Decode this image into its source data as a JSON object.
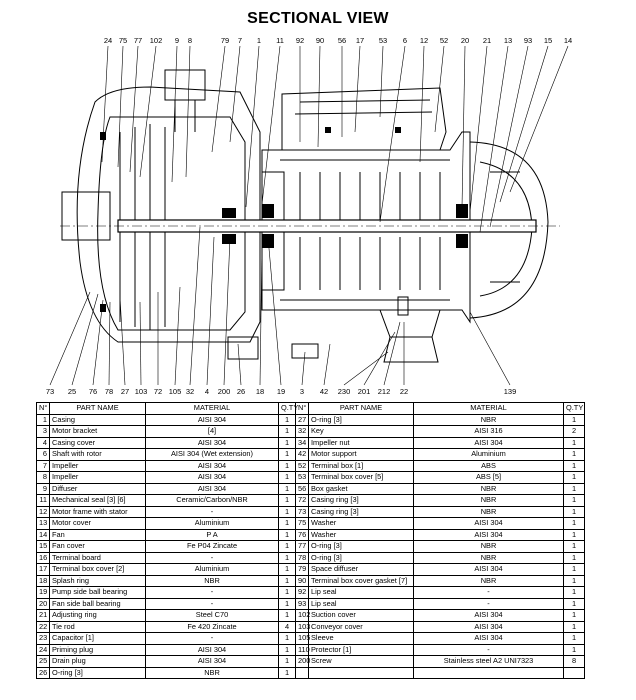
{
  "title": "SECTIONAL VIEW",
  "callouts_top": [
    "24",
    "75",
    "77",
    "102",
    "9",
    "8",
    "79",
    "7",
    "1",
    "11",
    "92",
    "90",
    "56",
    "17",
    "53",
    "6",
    "12",
    "52",
    "20",
    "21",
    "13",
    "93",
    "15",
    "14"
  ],
  "callouts_bottom": [
    "73",
    "25",
    "76",
    "78",
    "27",
    "103",
    "72",
    "105",
    "32",
    "4",
    "200",
    "26",
    "18",
    "19",
    "3",
    "42",
    "230",
    "201",
    "212",
    "22",
    "139"
  ],
  "table": {
    "headers": {
      "no": "N°",
      "name": "PART NAME",
      "material": "MATERIAL",
      "qty": "Q.TY"
    },
    "left": [
      {
        "no": "1",
        "name": "Casing",
        "material": "AISI 304",
        "qty": "1"
      },
      {
        "no": "3",
        "name": "Motor bracket",
        "material": "[4]",
        "qty": "1"
      },
      {
        "no": "4",
        "name": "Casing cover",
        "material": "AISI 304",
        "qty": "1"
      },
      {
        "no": "6",
        "name": "Shaft with rotor",
        "material": "AISI 304 (Wet extension)",
        "qty": "1"
      },
      {
        "no": "7",
        "name": "Impeller",
        "material": "AISI 304",
        "qty": "1"
      },
      {
        "no": "8",
        "name": "Impeller",
        "material": "AISI 304",
        "qty": "1"
      },
      {
        "no": "9",
        "name": "Diffuser",
        "material": "AISI 304",
        "qty": "1"
      },
      {
        "no": "11",
        "name": "Mechanical seal [3] [6]",
        "material": "Ceramic/Carbon/NBR",
        "qty": "1"
      },
      {
        "no": "12",
        "name": "Motor frame with stator",
        "material": "-",
        "qty": "1"
      },
      {
        "no": "13",
        "name": "Motor cover",
        "material": "Aluminium",
        "qty": "1"
      },
      {
        "no": "14",
        "name": "Fan",
        "material": "P A",
        "qty": "1"
      },
      {
        "no": "15",
        "name": "Fan cover",
        "material": "Fe P04 Zincate",
        "qty": "1"
      },
      {
        "no": "16",
        "name": "Terminal board",
        "material": "-",
        "qty": "1"
      },
      {
        "no": "17",
        "name": "Terminal box cover [2]",
        "material": "Aluminium",
        "qty": "1"
      },
      {
        "no": "18",
        "name": "Splash ring",
        "material": "NBR",
        "qty": "1"
      },
      {
        "no": "19",
        "name": "Pump side ball bearing",
        "material": "-",
        "qty": "1"
      },
      {
        "no": "20",
        "name": "Fan side ball bearing",
        "material": "-",
        "qty": "1"
      },
      {
        "no": "21",
        "name": "Adjusting ring",
        "material": "Steel C70",
        "qty": "1"
      },
      {
        "no": "22",
        "name": "Tie rod",
        "material": "Fe 420 Zincate",
        "qty": "4"
      },
      {
        "no": "23",
        "name": "Capacitor [1]",
        "material": "-",
        "qty": "1"
      },
      {
        "no": "24",
        "name": "Priming plug",
        "material": "AISI 304",
        "qty": "1"
      },
      {
        "no": "25",
        "name": "Drain plug",
        "material": "AISI 304",
        "qty": "1"
      },
      {
        "no": "26",
        "name": "O-ring [3]",
        "material": "NBR",
        "qty": "1"
      }
    ],
    "right": [
      {
        "no": "27",
        "name": "O-ring [3]",
        "material": "NBR",
        "qty": "1"
      },
      {
        "no": "32",
        "name": "Key",
        "material": "AISI 316",
        "qty": "2"
      },
      {
        "no": "34",
        "name": "Impeller nut",
        "material": "AISI 304",
        "qty": "1"
      },
      {
        "no": "42",
        "name": "Motor support",
        "material": "Aluminium",
        "qty": "1"
      },
      {
        "no": "52",
        "name": "Terminal box [1]",
        "material": "ABS",
        "qty": "1"
      },
      {
        "no": "53",
        "name": "Terminal box cover [5]",
        "material": "ABS [5]",
        "qty": "1"
      },
      {
        "no": "56",
        "name": "Box gasket",
        "material": "NBR",
        "qty": "1"
      },
      {
        "no": "72",
        "name": "Casing ring [3]",
        "material": "NBR",
        "qty": "1"
      },
      {
        "no": "73",
        "name": "Casing ring [3]",
        "material": "NBR",
        "qty": "1"
      },
      {
        "no": "75",
        "name": "Washer",
        "material": "AISI 304",
        "qty": "1"
      },
      {
        "no": "76",
        "name": "Washer",
        "material": "AISI 304",
        "qty": "1"
      },
      {
        "no": "77",
        "name": "O-ring [3]",
        "material": "NBR",
        "qty": "1"
      },
      {
        "no": "78",
        "name": "O-ring [3]",
        "material": "NBR",
        "qty": "1"
      },
      {
        "no": "79",
        "name": "Space diffuser",
        "material": "AISI 304",
        "qty": "1"
      },
      {
        "no": "90",
        "name": "Terminal box cover gasket [7]",
        "material": "NBR",
        "qty": "1"
      },
      {
        "no": "92",
        "name": "Lip seal",
        "material": "-",
        "qty": "1"
      },
      {
        "no": "93",
        "name": "Lip seal",
        "material": "-",
        "qty": "1"
      },
      {
        "no": "102",
        "name": "Suction cover",
        "material": "AISI 304",
        "qty": "1"
      },
      {
        "no": "103",
        "name": "Conveyor cover",
        "material": "AISI 304",
        "qty": "1"
      },
      {
        "no": "105",
        "name": "Sleeve",
        "material": "AISI 304",
        "qty": "1"
      },
      {
        "no": "110",
        "name": "Protector [1]",
        "material": "-",
        "qty": "1"
      },
      {
        "no": "200",
        "name": "Screw",
        "material": "Stainless steel A2 UNI7323",
        "qty": "8"
      },
      {
        "no": "",
        "name": "",
        "material": "",
        "qty": ""
      }
    ]
  }
}
